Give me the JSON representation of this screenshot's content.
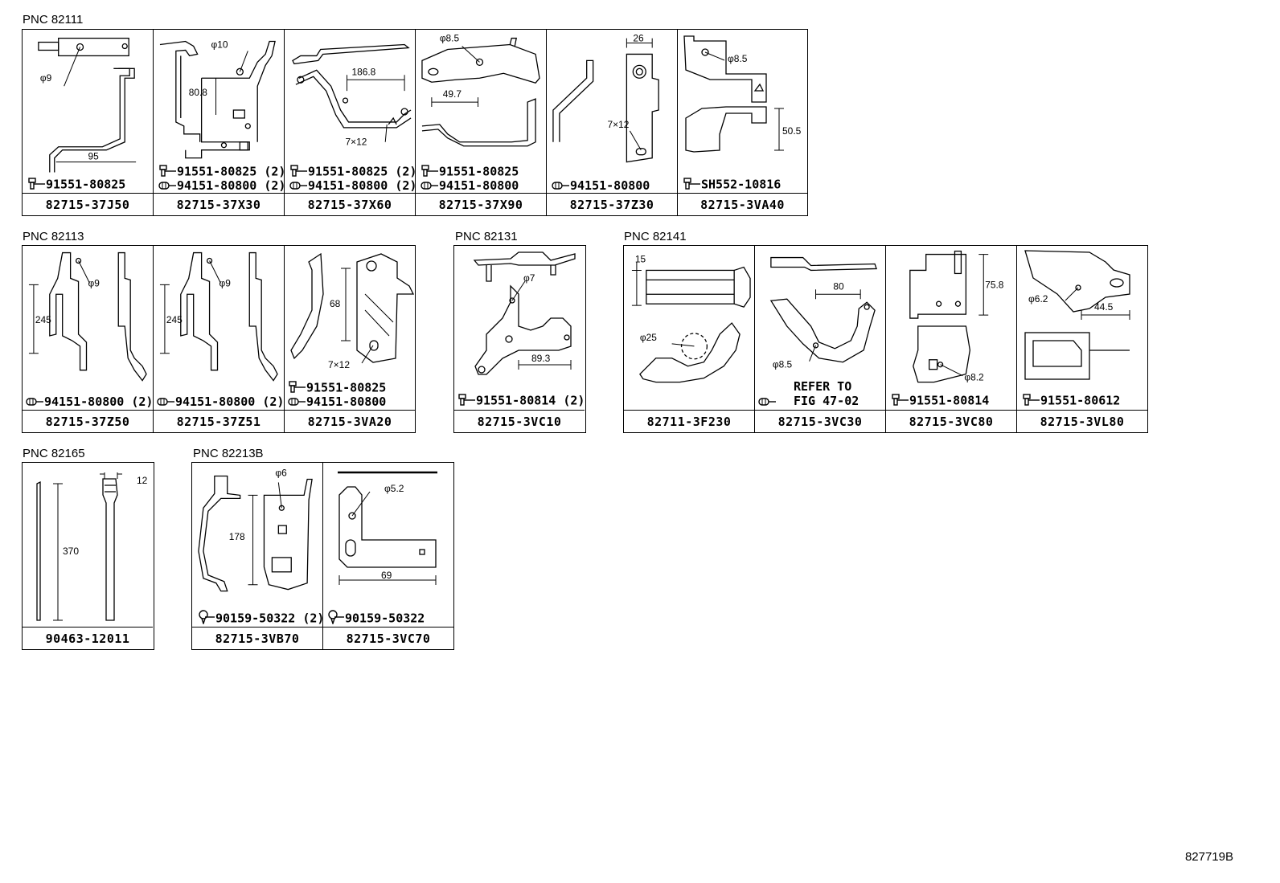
{
  "figure_id": "827719B",
  "groups": [
    {
      "pnc": "PNC 82111",
      "cells": [
        {
          "part": "82715-37J50",
          "dims": [
            "φ9",
            "95"
          ],
          "hardware": [
            {
              "icon": "bolt-icon",
              "text": "91551-80825"
            }
          ]
        },
        {
          "part": "82715-37X30",
          "dims": [
            "φ10",
            "80.8"
          ],
          "hardware": [
            {
              "icon": "bolt-icon",
              "text": "91551-80825 (2)"
            },
            {
              "icon": "clip-icon",
              "text": "94151-80800 (2)"
            }
          ]
        },
        {
          "part": "82715-37X60",
          "dims": [
            "186.8",
            "7×12"
          ],
          "hardware": [
            {
              "icon": "bolt-icon",
              "text": "91551-80825 (2)"
            },
            {
              "icon": "clip-icon",
              "text": "94151-80800 (2)"
            }
          ]
        },
        {
          "part": "82715-37X90",
          "dims": [
            "φ8.5",
            "49.7"
          ],
          "hardware": [
            {
              "icon": "bolt-icon",
              "text": "91551-80825"
            },
            {
              "icon": "clip-icon",
              "text": "94151-80800"
            }
          ]
        },
        {
          "part": "82715-37Z30",
          "dims": [
            "26",
            "7×12"
          ],
          "hardware": [
            {
              "icon": "clip-icon",
              "text": "94151-80800"
            }
          ]
        },
        {
          "part": "82715-3VA40",
          "dims": [
            "φ8.5",
            "50.5"
          ],
          "hardware": [
            {
              "icon": "bolt-icon",
              "text": "SH552-10816"
            }
          ]
        }
      ]
    },
    {
      "pnc": "PNC 82113",
      "cells": [
        {
          "part": "82715-37Z50",
          "dims": [
            "φ9",
            "245"
          ],
          "hardware": [
            {
              "icon": "clip-icon",
              "text": "94151-80800 (2)"
            }
          ]
        },
        {
          "part": "82715-37Z51",
          "dims": [
            "φ9",
            "245"
          ],
          "hardware": [
            {
              "icon": "clip-icon",
              "text": "94151-80800 (2)"
            }
          ]
        },
        {
          "part": "82715-3VA20",
          "dims": [
            "68",
            "7×12"
          ],
          "hardware": [
            {
              "icon": "bolt-icon",
              "text": "91551-80825"
            },
            {
              "icon": "clip-icon",
              "text": "94151-80800"
            }
          ]
        }
      ]
    },
    {
      "pnc": "PNC 82131",
      "cells": [
        {
          "part": "82715-3VC10",
          "dims": [
            "φ7",
            "89.3"
          ],
          "hardware": [
            {
              "icon": "bolt-icon",
              "text": "91551-80814 (2)"
            }
          ]
        }
      ]
    },
    {
      "pnc": "PNC 82141",
      "cells": [
        {
          "part": "82711-3F230",
          "dims": [
            "15",
            "φ25"
          ],
          "hardware": []
        },
        {
          "part": "82715-3VC30",
          "dims": [
            "80",
            "φ8.5"
          ],
          "hardware": [],
          "refer": [
            "REFER TO",
            "FIG 47-02"
          ]
        },
        {
          "part": "82715-3VC80",
          "dims": [
            "75.8",
            "φ8.2"
          ],
          "hardware": [
            {
              "icon": "bolt-icon",
              "text": "91551-80814"
            }
          ]
        },
        {
          "part": "82715-3VL80",
          "dims": [
            "φ6.2",
            "44.5"
          ],
          "hardware": [
            {
              "icon": "bolt-icon",
              "text": "91551-80612"
            }
          ]
        }
      ]
    },
    {
      "pnc": "PNC 82165",
      "cells": [
        {
          "part": "90463-12011",
          "dims": [
            "12",
            "370"
          ],
          "hardware": []
        }
      ]
    },
    {
      "pnc": "PNC 82213B",
      "cells": [
        {
          "part": "82715-3VB70",
          "dims": [
            "φ6",
            "178"
          ],
          "hardware": [
            {
              "icon": "screw-icon",
              "text": "90159-50322 (2)"
            }
          ]
        },
        {
          "part": "82715-3VC70",
          "dims": [
            "φ5.2",
            "69"
          ],
          "hardware": [
            {
              "icon": "screw-icon",
              "text": "90159-50322"
            }
          ]
        }
      ]
    }
  ]
}
